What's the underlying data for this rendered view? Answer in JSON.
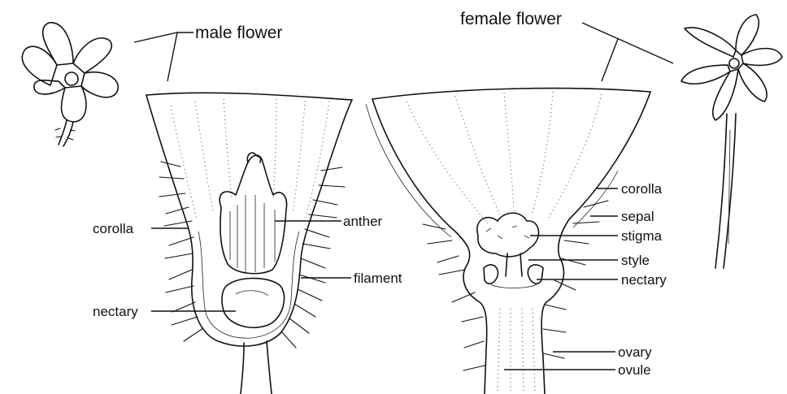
{
  "labels": {
    "male_flower": "male flower",
    "female_flower": "female flower",
    "male_corolla": "corolla",
    "anther": "anther",
    "filament": "filament",
    "male_nectary": "nectary",
    "female_corolla": "corolla",
    "sepal": "sepal",
    "stigma": "stigma",
    "style": "style",
    "female_nectary": "nectary",
    "ovary": "ovary",
    "ovule": "ovule"
  }
}
